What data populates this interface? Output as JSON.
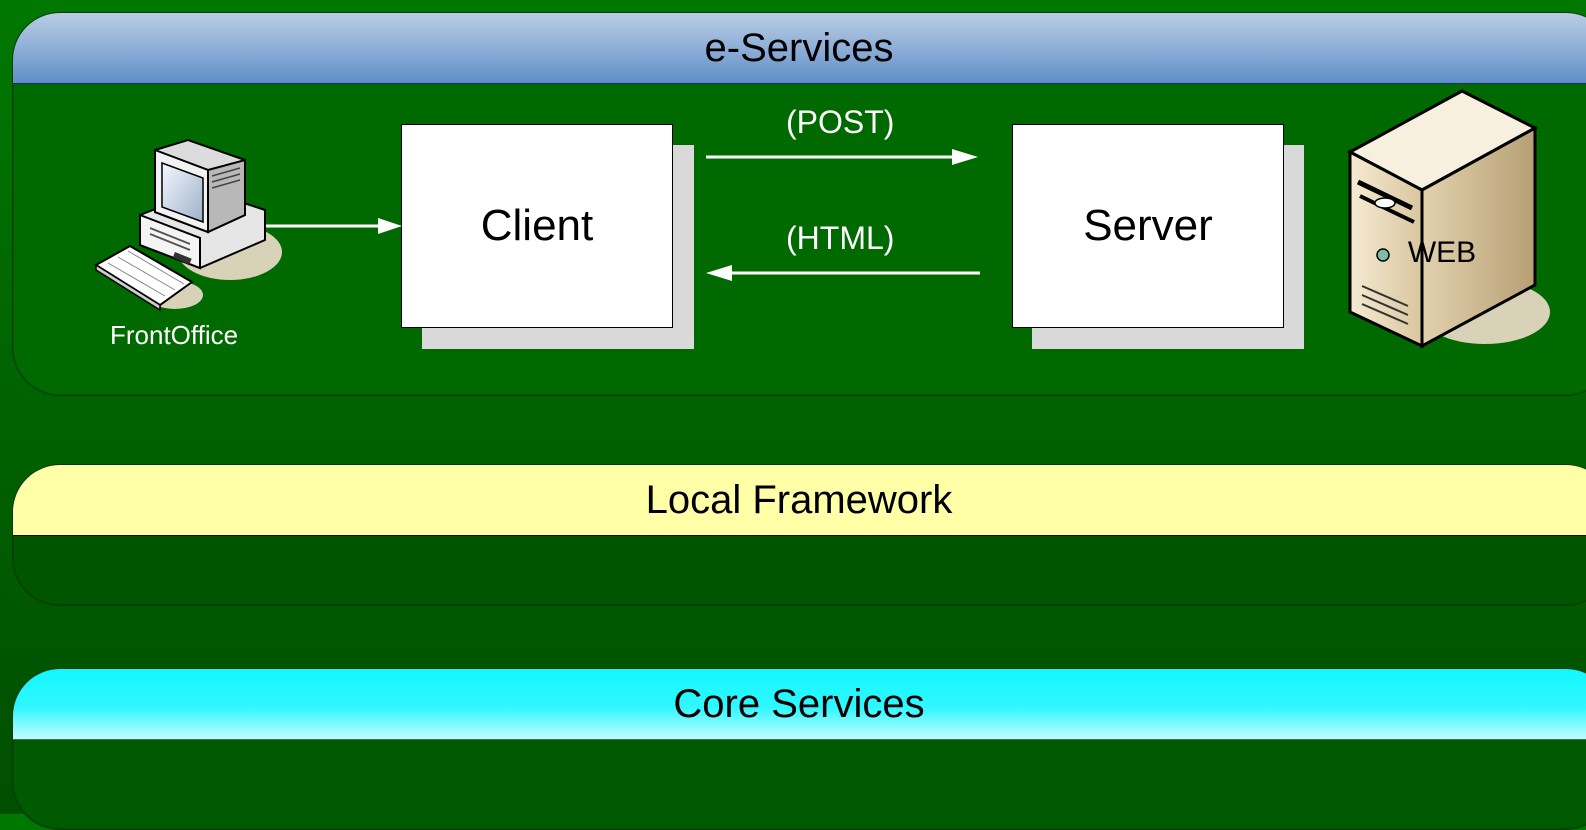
{
  "layers": {
    "eservices": {
      "title": "e-Services"
    },
    "local_framework": {
      "title": "Local Framework"
    },
    "core_services": {
      "title": "Core Services"
    }
  },
  "nodes": {
    "frontoffice": {
      "label": "FrontOffice",
      "icon": "desktop-computer-icon"
    },
    "client": {
      "label": "Client"
    },
    "server": {
      "label": "Server"
    },
    "web_server": {
      "label": "WEB",
      "icon": "web-server-tower-icon"
    }
  },
  "edges": {
    "post": {
      "label": "(POST)"
    },
    "html": {
      "label": "(HTML)"
    }
  },
  "colors": {
    "background": "#006b00",
    "eservices_header": "#93b2d9",
    "local_framework_header": "#ffffa8",
    "core_services_header": "#30f7ff"
  }
}
